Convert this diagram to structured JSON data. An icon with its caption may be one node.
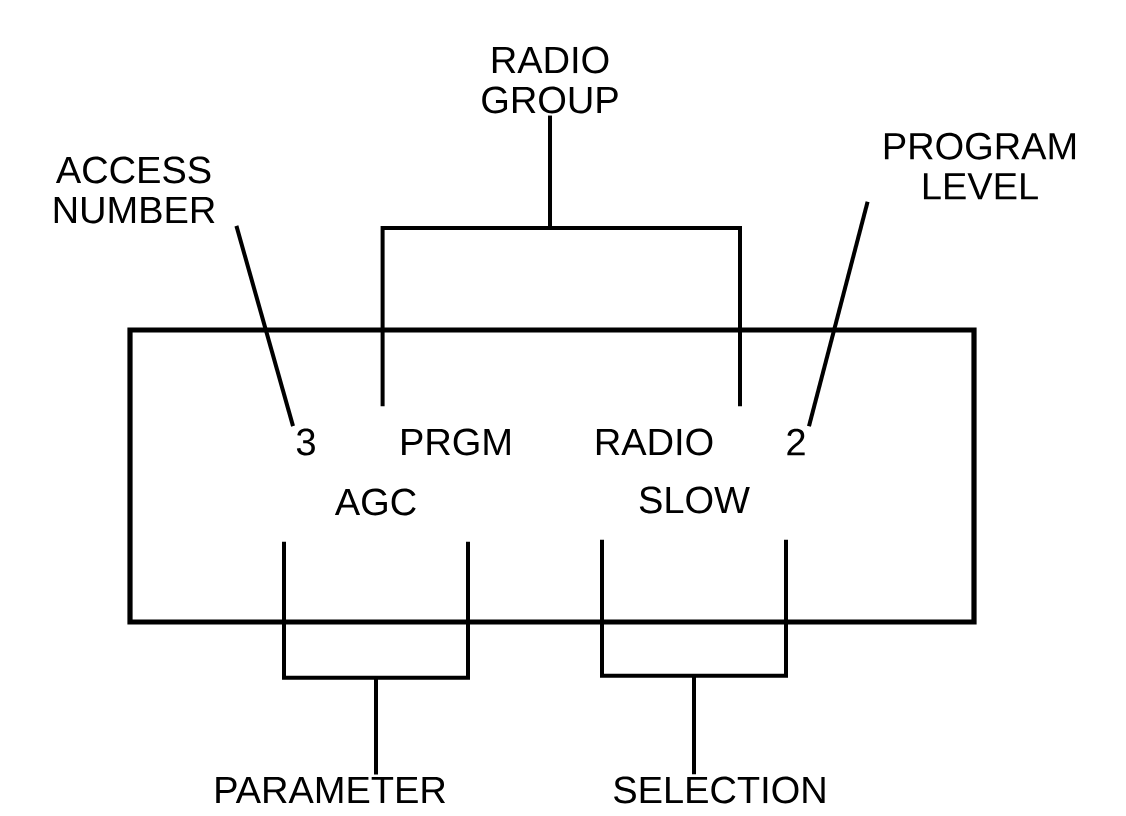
{
  "diagram": {
    "nodes": [
      {
        "text": [
          "RADIO GROUP"
        ]
      },
      {
        "text": [
          "ACCESS NUMBER"
        ]
      },
      {
        "text": [
          "PROGRAM LEVEL"
        ]
      },
      {
        "text": [],
        "shape": "box"
      },
      {
        "text": [
          "3"
        ],
        "in": 3
      },
      {
        "text": [
          "PRGM"
        ],
        "in": 3
      },
      {
        "text": [
          "RADIO"
        ],
        "in": 3
      },
      {
        "text": [
          "2"
        ],
        "in": 3
      },
      {
        "text": [
          "AGC"
        ],
        "in": 3
      },
      {
        "text": [
          "SLOW"
        ],
        "in": 3
      },
      {
        "text": [
          "PARAMETER"
        ]
      },
      {
        "text": [
          "SELECTION"
        ]
      }
    ],
    "edges": [
      {
        "from": 1,
        "to": 4,
        "arrow": "none"
      },
      {
        "from": 0,
        "to": 5,
        "arrow": "none"
      },
      {
        "from": 0,
        "to": 6,
        "arrow": "none"
      },
      {
        "from": 2,
        "to": 7,
        "arrow": "none"
      },
      {
        "from": 10,
        "to": 8,
        "arrow": "none"
      },
      {
        "from": 11,
        "to": 9,
        "arrow": "none"
      }
    ]
  }
}
